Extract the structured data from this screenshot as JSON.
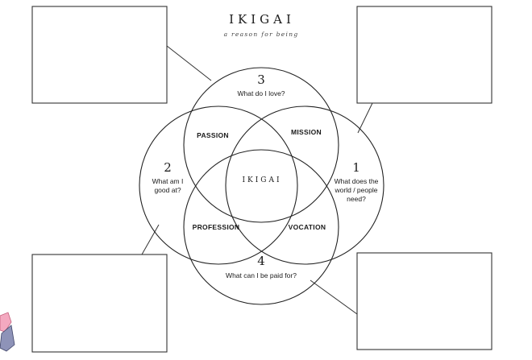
{
  "header": {
    "title": "IKIGAI",
    "subtitle": "a reason for being"
  },
  "circles": {
    "love": {
      "number": "3",
      "question": "What do I love?"
    },
    "good_at": {
      "number": "2",
      "question_lines": [
        "What am I",
        "good at?"
      ]
    },
    "world_needs": {
      "number": "1",
      "question_lines": [
        "What does the",
        "world / people",
        "need?"
      ]
    },
    "paid_for": {
      "number": "4",
      "question": "What can I be paid for?"
    }
  },
  "regions": {
    "passion": "PASSION",
    "mission": "MISSION",
    "profession": "PROFESSION",
    "vocation": "VOCATION",
    "center": "IKIGAI"
  },
  "colors": {
    "line": "#222222",
    "text": "#1a1a1a",
    "background": "#ffffff"
  }
}
